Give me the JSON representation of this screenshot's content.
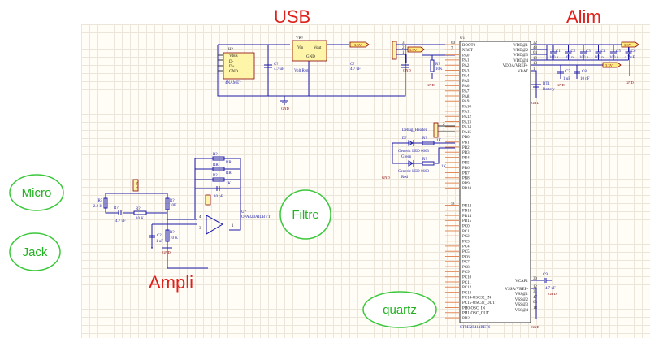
{
  "annotations": {
    "usb": "USB",
    "alim": "Alim",
    "ampli": "Ampli"
  },
  "bubbles": {
    "micro": "Micro",
    "jack": "Jack",
    "filtre": "Filtre",
    "quartz": "quartz"
  },
  "colors": {
    "annotation": "#e0201a",
    "bubble": "#3cc83c",
    "wire": "#1c1ca8",
    "part": "#8b0000"
  },
  "usb": {
    "connector": {
      "ref": "H?",
      "part": "4NAME?",
      "pins": [
        "Vbus",
        "D-",
        "D+",
        "GND"
      ]
    },
    "regulator": {
      "ref": "VR?",
      "vin": "Vin",
      "vout": "Vout",
      "gnd": "GND",
      "name": "Volt Reg"
    },
    "c_in": {
      "ref": "C?",
      "value": "4.7 uF"
    },
    "c_out": {
      "ref": "C?",
      "value": "4.7 uF"
    },
    "net": "3.3V",
    "gnd": "GND"
  },
  "alim": {
    "header": {
      "ref": "H?",
      "pins": [
        "3",
        "2",
        "1"
      ],
      "net": "3.3V",
      "gnd": "GND"
    },
    "r_nrst": {
      "ref": "R?",
      "value": "10K"
    },
    "caps": [
      {
        "ref": "C1",
        "value": "100 n"
      },
      {
        "ref": "C2",
        "value": "100 n"
      },
      {
        "ref": "C3",
        "value": "100 n"
      },
      {
        "ref": "C4",
        "value": "100 n"
      },
      {
        "ref": "C5",
        "value": "100 n"
      },
      {
        "ref": "C6",
        "value": "4.7 uF"
      }
    ],
    "c7": {
      "ref": "C7",
      "value": "1 uF"
    },
    "c8": {
      "ref": "C8",
      "value": "10 nF"
    },
    "battery": {
      "ref": "BT1",
      "value": "Battery"
    },
    "net": "3.3V",
    "gnd": "GND"
  },
  "mcu": {
    "ref": "U1",
    "part": "STM32F411RET6",
    "left_pins": [
      {
        "num": "60",
        "name": "BOOT0"
      },
      {
        "num": "7",
        "name": "NRST"
      },
      {
        "name": "PA0"
      },
      {
        "name": "PA1"
      },
      {
        "name": "PA2"
      },
      {
        "name": "PA3"
      },
      {
        "name": "PA4"
      },
      {
        "name": "PA5"
      },
      {
        "name": "PA6"
      },
      {
        "name": "PA7"
      },
      {
        "name": "PA8"
      },
      {
        "name": "PA9"
      },
      {
        "name": "PA10"
      },
      {
        "name": "PA11"
      },
      {
        "name": "PA12"
      },
      {
        "name": "PA13"
      },
      {
        "name": "PA14"
      },
      {
        "name": "PA15"
      },
      {
        "name": "PB0"
      },
      {
        "name": "PB1"
      },
      {
        "name": "PB2"
      },
      {
        "name": "PB3"
      },
      {
        "name": "PB4"
      },
      {
        "name": "PB5"
      },
      {
        "name": "PB6"
      },
      {
        "name": "PB7"
      },
      {
        "name": "PB8"
      },
      {
        "name": "PB9"
      },
      {
        "name": "PB10"
      }
    ],
    "left_pins2": [
      {
        "num": "51",
        "name": "PB12"
      },
      {
        "name": "PB13"
      },
      {
        "name": "PB14"
      },
      {
        "name": "PB15"
      },
      {
        "name": "PC0"
      },
      {
        "name": "PC1"
      },
      {
        "name": "PC2"
      },
      {
        "name": "PC3"
      },
      {
        "name": "PC4"
      },
      {
        "name": "PC5"
      },
      {
        "name": "PC6"
      },
      {
        "name": "PC7"
      },
      {
        "name": "PC8"
      },
      {
        "name": "PC9"
      },
      {
        "name": "PC10"
      },
      {
        "name": "PC11"
      },
      {
        "name": "PC12"
      },
      {
        "name": "PC13"
      },
      {
        "name": "PC14-OSC32_IN"
      },
      {
        "name": "PC15-OSC32_OUT"
      },
      {
        "name": "PH0-OSC_IN"
      },
      {
        "name": "PH1-OSC_OUT"
      },
      {
        "name": "PD2"
      }
    ],
    "right_pins": [
      {
        "num": "32",
        "name": "VDD@1"
      },
      {
        "num": "48",
        "name": "VDD@2"
      },
      {
        "num": "64",
        "name": "VDD@3"
      },
      {
        "num": "19",
        "name": "VDD@4"
      },
      {
        "num": "13",
        "name": "VDDA/VREF+"
      },
      {
        "num": "1",
        "name": "VBAT"
      }
    ],
    "right_pins2": [
      {
        "num": "30",
        "name": "VCAP1"
      },
      {
        "num": "12",
        "name": "VSSA/VREF-"
      },
      {
        "num": "31",
        "name": "VSS@1"
      },
      {
        "num": "47",
        "name": "VSS@2"
      },
      {
        "num": "63",
        "name": "VSS@3"
      },
      {
        "num": "18",
        "name": "VSS@4"
      }
    ],
    "c9": {
      "ref": "C9",
      "value": "4.7 uF"
    },
    "gnd": "GND"
  },
  "debug": {
    "header": "Debug_Header",
    "pins": [
      "2",
      "1"
    ],
    "led1": {
      "ref": "D?",
      "name": "Generic LED 0603",
      "color": "Green"
    },
    "led2": {
      "ref": "D?",
      "name": "Generic LED 0603",
      "color": "Red"
    },
    "r1": {
      "ref": "R?",
      "value": "1K"
    },
    "r2": {
      "ref": "R?",
      "value": "1K"
    },
    "gnd": "GND"
  },
  "ampli": {
    "r1": {
      "ref": "R?",
      "value": "2.2 K"
    },
    "c1": {
      "ref": "R?",
      "value": "4.7 uF"
    },
    "r2": {
      "ref": "R?",
      "value": "10 K"
    },
    "r3": {
      "ref": "R?",
      "value": "10K"
    },
    "r4": {
      "ref": "R?",
      "value": "10 K"
    },
    "c2": {
      "ref": "C?",
      "value": "1 uF"
    },
    "fb": [
      {
        "ref": "R?",
        "value": "RR"
      },
      {
        "ref": "RR",
        "value": "RR"
      },
      {
        "ref": "R?",
        "value": "1K"
      }
    ],
    "cfb": {
      "value": "10 pF"
    },
    "opamp": {
      "ref": "U?",
      "part": "OPA320AIDBVT",
      "pins": [
        "4",
        "3",
        "1"
      ]
    },
    "net": "3.3V",
    "gnd": "GND"
  }
}
